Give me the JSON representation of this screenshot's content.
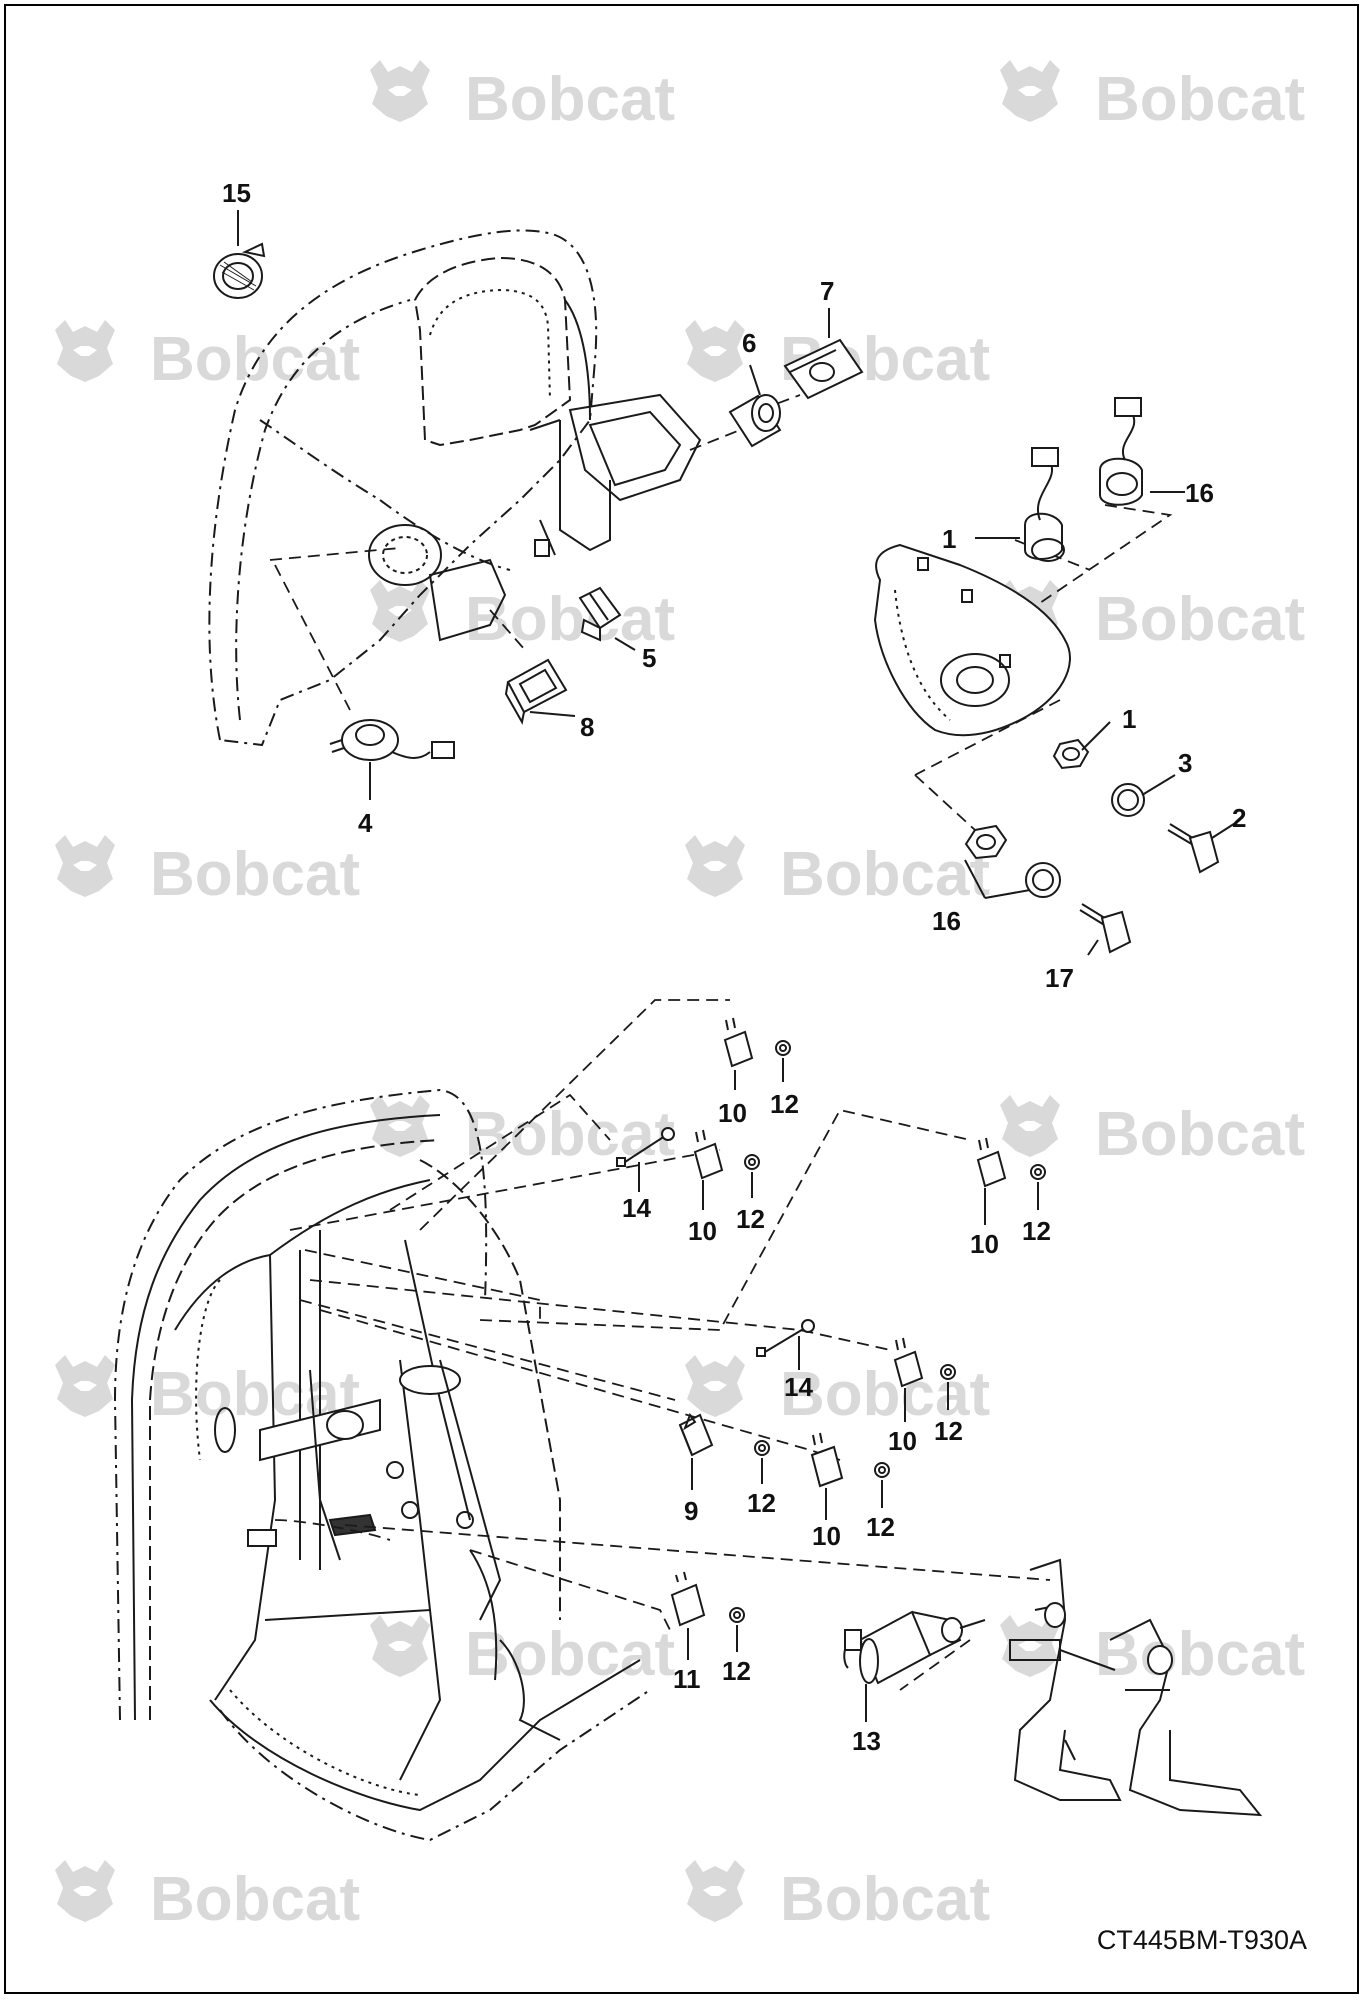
{
  "watermark": {
    "text": "Bobcat",
    "color": "#d9d9d9"
  },
  "drawing_code": "CT445BM-T930A",
  "callouts": [
    "15",
    "7",
    "6",
    "1",
    "16",
    "5",
    "8",
    "4",
    "1",
    "3",
    "2",
    "16",
    "17",
    "10",
    "12",
    "14",
    "10",
    "12",
    "10",
    "12",
    "14",
    "10",
    "12",
    "9",
    "12",
    "10",
    "12",
    "11",
    "12",
    "13"
  ],
  "colors": {
    "line": "#1a1a1a",
    "fill": "#ffffff"
  }
}
